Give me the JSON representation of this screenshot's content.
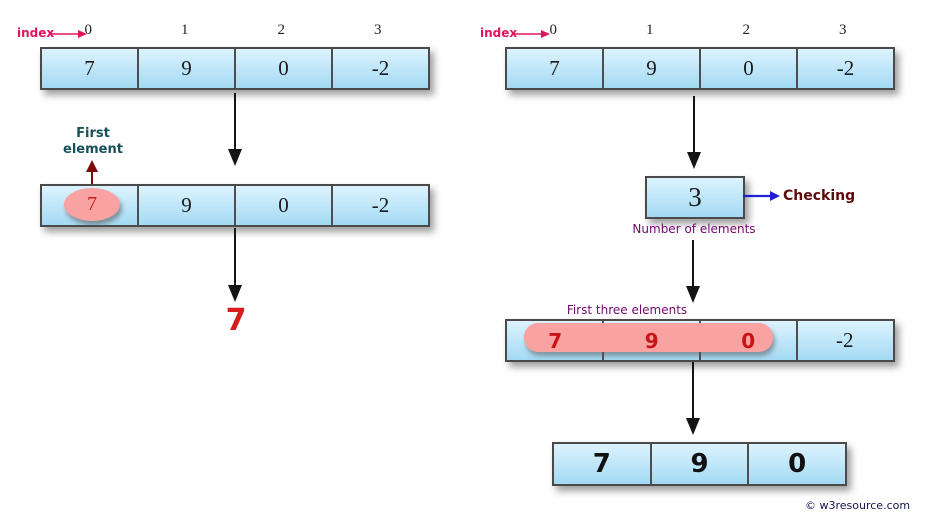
{
  "colors": {
    "crimson": "#e2135c",
    "teal": "#175058",
    "purple": "#710b6e",
    "maroon": "#5e0a0a",
    "blue": "#2020cc",
    "highlight_pink": "#f9a2a2",
    "result_red": "#d61c1c",
    "cell_top": "#ddf3fe",
    "cell_bottom": "#a3d9f3"
  },
  "left": {
    "index_label": "index",
    "indices": [
      "0",
      "1",
      "2",
      "3"
    ],
    "array1": [
      "7",
      "9",
      "0",
      "-2"
    ],
    "annotation": {
      "line1": "First",
      "line2": "element"
    },
    "array2": [
      "7",
      "9",
      "0",
      "-2"
    ],
    "result": "7"
  },
  "right": {
    "index_label": "index",
    "indices": [
      "0",
      "1",
      "2",
      "3"
    ],
    "array1": [
      "7",
      "9",
      "0",
      "-2"
    ],
    "count_box": "3",
    "checking_label": "Checking",
    "count_caption": "Number of elements",
    "selection_caption": "First three elements",
    "array2": [
      "7",
      "9",
      "0",
      "-2"
    ],
    "result": [
      "7",
      "9",
      "0"
    ]
  },
  "footer": {
    "copyright": "© w3resource.com"
  }
}
